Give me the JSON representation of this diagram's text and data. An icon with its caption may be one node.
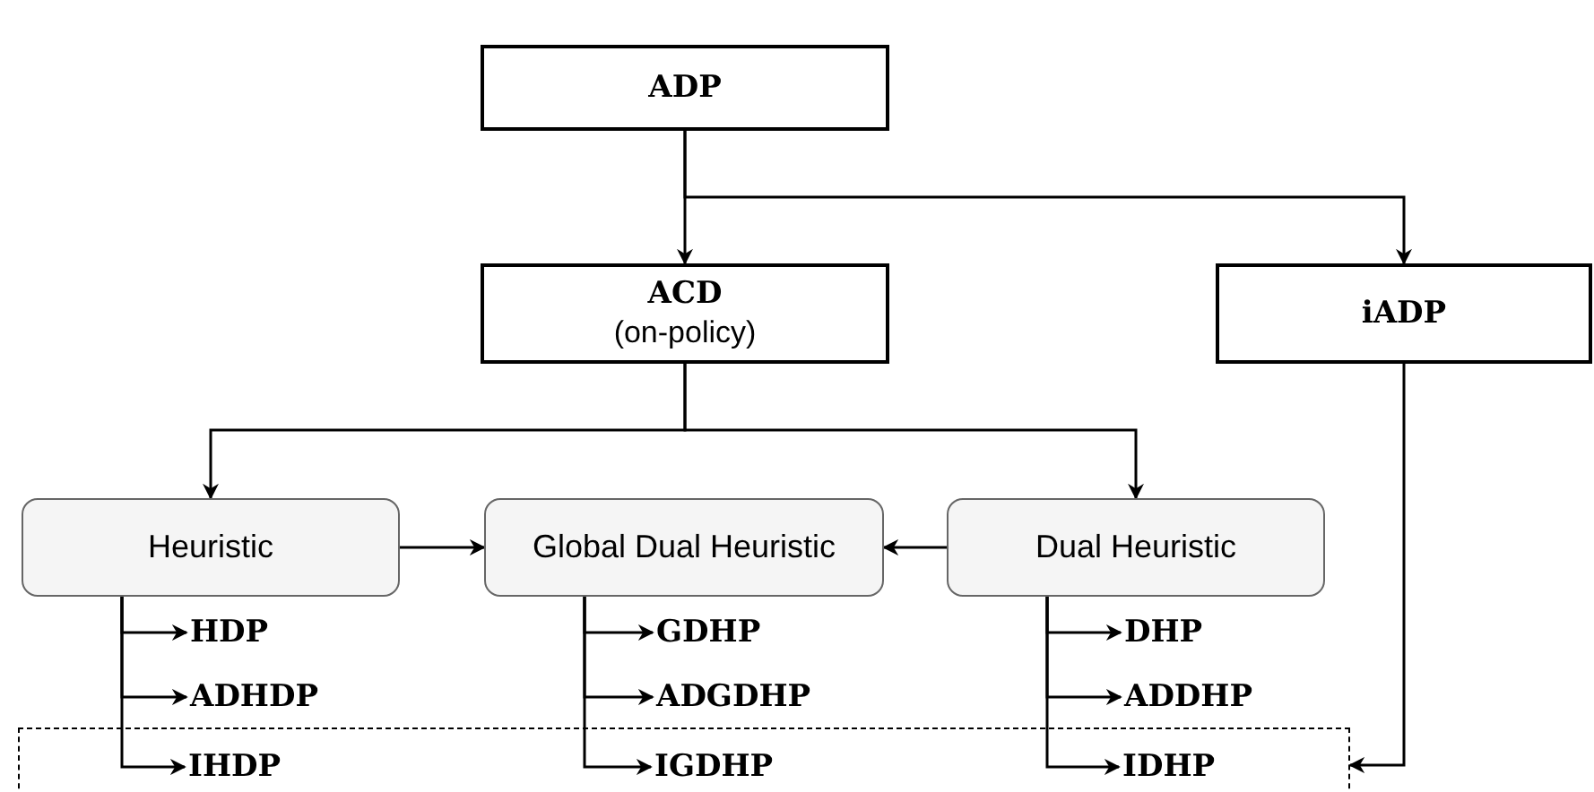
{
  "diagram": {
    "nodes": [
      {
        "text": [
          "ADP"
        ]
      },
      {
        "text": [
          "ACD",
          "(on-policy)"
        ]
      },
      {
        "text": [
          "iADP"
        ]
      },
      {
        "text": [
          "Heuristic"
        ]
      },
      {
        "text": [
          "Global Dual Heuristic"
        ]
      },
      {
        "text": [
          "Dual Heuristic"
        ]
      },
      {
        "text": [
          "HDP"
        ]
      },
      {
        "text": [
          "GDHP"
        ]
      },
      {
        "text": [
          "DHP"
        ]
      },
      {
        "text": [
          "ADHDP"
        ]
      },
      {
        "text": [
          "ADGDHP"
        ]
      },
      {
        "text": [
          "ADDHP"
        ]
      },
      {
        "text": [],
        "shape": "box"
      },
      {
        "text": [
          "IHDP"
        ],
        "in": 12
      },
      {
        "text": [
          "IGDHP"
        ],
        "in": 12
      },
      {
        "text": [
          "IDHP"
        ],
        "in": 12
      }
    ],
    "edges": [
      {
        "from": 0,
        "to": 1,
        "arrow": "to"
      },
      {
        "from": 0,
        "to": 2,
        "arrow": "to"
      },
      {
        "from": 1,
        "to": 3,
        "arrow": "to"
      },
      {
        "from": 1,
        "to": 5,
        "arrow": "to"
      },
      {
        "from": 3,
        "to": 4,
        "arrow": "to"
      },
      {
        "from": 5,
        "to": 4,
        "arrow": "to"
      },
      {
        "from": 3,
        "to": 6,
        "arrow": "to"
      },
      {
        "from": 3,
        "to": 9,
        "arrow": "to"
      },
      {
        "from": 3,
        "to": 13,
        "arrow": "to"
      },
      {
        "from": 4,
        "to": 7,
        "arrow": "to"
      },
      {
        "from": 4,
        "to": 10,
        "arrow": "to"
      },
      {
        "from": 4,
        "to": 14,
        "arrow": "to"
      },
      {
        "from": 5,
        "to": 8,
        "arrow": "to"
      },
      {
        "from": 5,
        "to": 11,
        "arrow": "to"
      },
      {
        "from": 5,
        "to": 15,
        "arrow": "to"
      },
      {
        "from": 2,
        "to": 12,
        "arrow": "to"
      }
    ]
  }
}
